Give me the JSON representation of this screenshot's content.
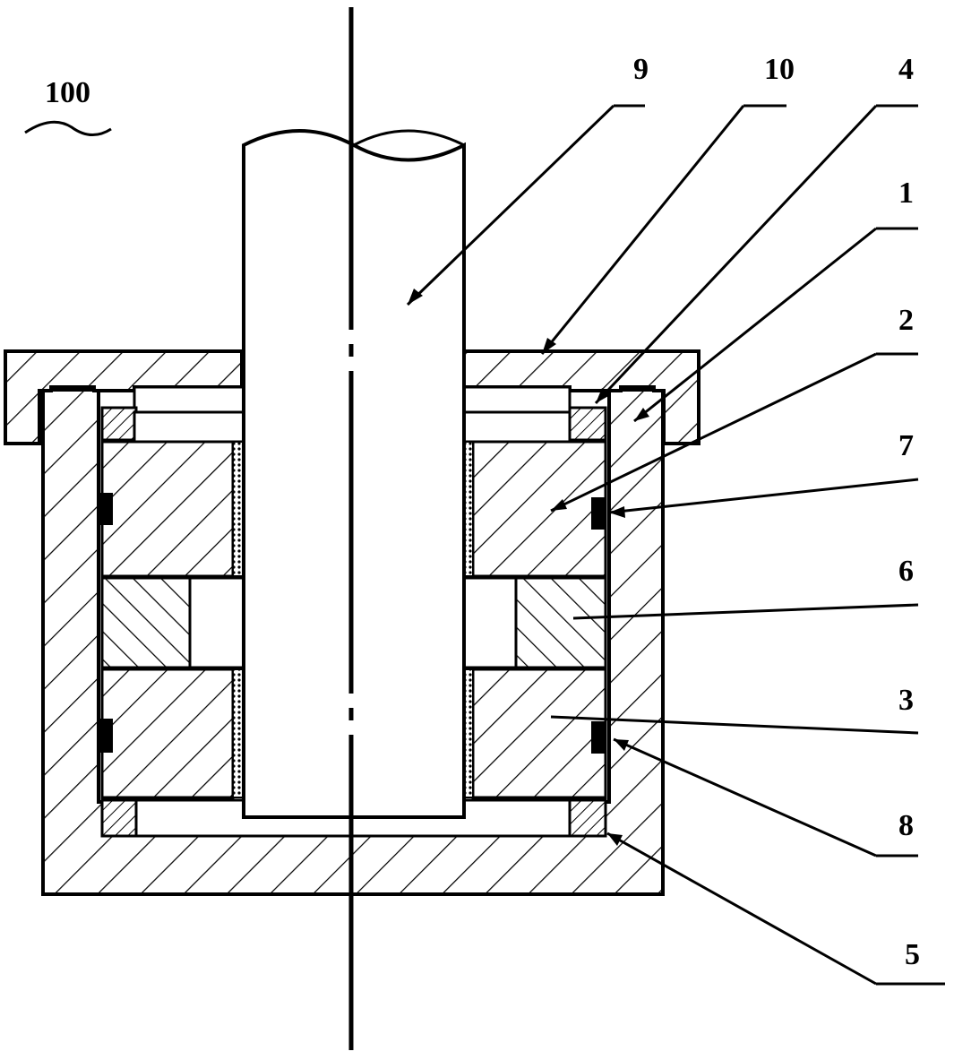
{
  "figure": {
    "assembly_label": "100",
    "part_labels": [
      {
        "id": "shaft",
        "text": "9"
      },
      {
        "id": "cover",
        "text": "10"
      },
      {
        "id": "ring-top",
        "text": "4"
      },
      {
        "id": "housing",
        "text": "1"
      },
      {
        "id": "upper-bearing",
        "text": "2"
      },
      {
        "id": "seal-upper",
        "text": "7"
      },
      {
        "id": "spacer",
        "text": "6"
      },
      {
        "id": "lower-bearing",
        "text": "3"
      },
      {
        "id": "seal-lower",
        "text": "8"
      },
      {
        "id": "ring-bottom",
        "text": "5"
      }
    ]
  }
}
